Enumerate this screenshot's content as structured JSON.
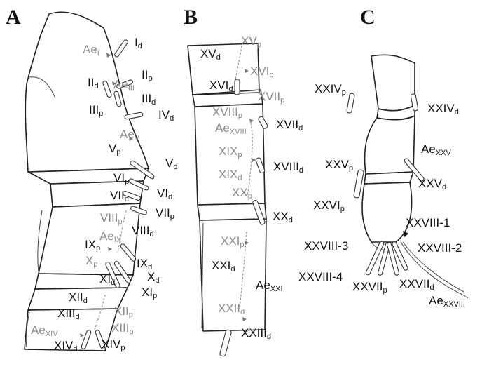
{
  "panels": [
    {
      "id": "A",
      "title": "A",
      "labels": [
        {
          "base": "I",
          "sub": "d",
          "shade": "black"
        },
        {
          "base": "Ae",
          "sub": "I",
          "shade": "gray"
        },
        {
          "base": "II",
          "sub": "d",
          "shade": "black"
        },
        {
          "base": "II",
          "sub": "p",
          "shade": "black"
        },
        {
          "base": "Ae",
          "sub": "III",
          "shade": "gray"
        },
        {
          "base": "III",
          "sub": "d",
          "shade": "black"
        },
        {
          "base": "III",
          "sub": "p",
          "shade": "black"
        },
        {
          "base": "IV",
          "sub": "d",
          "shade": "black"
        },
        {
          "base": "Ae",
          "sub": "V",
          "shade": "gray"
        },
        {
          "base": "V",
          "sub": "p",
          "shade": "black"
        },
        {
          "base": "V",
          "sub": "d",
          "shade": "black"
        },
        {
          "base": "VI",
          "sub": "p",
          "shade": "black"
        },
        {
          "base": "VI",
          "sub": "d",
          "shade": "black"
        },
        {
          "base": "VII",
          "sub": "d",
          "shade": "black"
        },
        {
          "base": "VII",
          "sub": "p",
          "shade": "black"
        },
        {
          "base": "VIII",
          "sub": "p",
          "shade": "gray"
        },
        {
          "base": "VIII",
          "sub": "d",
          "shade": "black"
        },
        {
          "base": "Ae",
          "sub": "IX",
          "shade": "gray"
        },
        {
          "base": "IX",
          "sub": "p",
          "shade": "black"
        },
        {
          "base": "IX",
          "sub": "d",
          "shade": "black"
        },
        {
          "base": "X",
          "sub": "p",
          "shade": "gray"
        },
        {
          "base": "X",
          "sub": "d",
          "shade": "black"
        },
        {
          "base": "XI",
          "sub": "d",
          "shade": "black"
        },
        {
          "base": "XI",
          "sub": "p",
          "shade": "black"
        },
        {
          "base": "XII",
          "sub": "d",
          "shade": "black"
        },
        {
          "base": "XII",
          "sub": "p",
          "shade": "gray"
        },
        {
          "base": "XIII",
          "sub": "d",
          "shade": "black"
        },
        {
          "base": "XIII",
          "sub": "p",
          "shade": "gray"
        },
        {
          "base": "Ae",
          "sub": "XIV",
          "shade": "gray"
        },
        {
          "base": "XIV",
          "sub": "d",
          "shade": "black"
        },
        {
          "base": "XIV",
          "sub": "p",
          "shade": "black"
        }
      ]
    },
    {
      "id": "B",
      "title": "B",
      "labels": [
        {
          "base": "XV",
          "sub": "p",
          "shade": "gray"
        },
        {
          "base": "XV",
          "sub": "d",
          "shade": "black"
        },
        {
          "base": "XVI",
          "sub": "p",
          "shade": "gray"
        },
        {
          "base": "XVI",
          "sub": "d",
          "shade": "black"
        },
        {
          "base": "XVII",
          "sub": "p",
          "shade": "gray"
        },
        {
          "base": "XVIII",
          "sub": "p",
          "shade": "gray"
        },
        {
          "base": "Ae",
          "sub": "XVIII",
          "shade": "gray"
        },
        {
          "base": "XVII",
          "sub": "d",
          "shade": "black"
        },
        {
          "base": "XIX",
          "sub": "p",
          "shade": "gray"
        },
        {
          "base": "XVIII",
          "sub": "d",
          "shade": "black"
        },
        {
          "base": "XIX",
          "sub": "d",
          "shade": "gray"
        },
        {
          "base": "XX",
          "sub": "p",
          "shade": "gray"
        },
        {
          "base": "XX",
          "sub": "d",
          "shade": "black"
        },
        {
          "base": "XXI",
          "sub": "p",
          "shade": "gray"
        },
        {
          "base": "XXI",
          "sub": "d",
          "shade": "black"
        },
        {
          "base": "Ae",
          "sub": "XXI",
          "shade": "black"
        },
        {
          "base": "XXII",
          "sub": "d",
          "shade": "gray"
        },
        {
          "base": "XXIII",
          "sub": "d",
          "shade": "black"
        }
      ]
    },
    {
      "id": "C",
      "title": "C",
      "labels": [
        {
          "base": "XXIV",
          "sub": "p",
          "shade": "black"
        },
        {
          "base": "XXIV",
          "sub": "d",
          "shade": "black"
        },
        {
          "base": "Ae",
          "sub": "XXV",
          "shade": "black"
        },
        {
          "base": "XXV",
          "sub": "p",
          "shade": "black"
        },
        {
          "base": "XXV",
          "sub": "d",
          "shade": "black"
        },
        {
          "base": "XXVI",
          "sub": "p",
          "shade": "black"
        },
        {
          "base": "XXVIII-1",
          "sub": "",
          "shade": "black"
        },
        {
          "base": "XXVIII-3",
          "sub": "",
          "shade": "black"
        },
        {
          "base": "XXVIII-2",
          "sub": "",
          "shade": "black"
        },
        {
          "base": "XXVIII-4",
          "sub": "",
          "shade": "black"
        },
        {
          "base": "XXVII",
          "sub": "p",
          "shade": "black"
        },
        {
          "base": "XXVII",
          "sub": "d",
          "shade": "black"
        },
        {
          "base": "Ae",
          "sub": "XXVIII",
          "shade": "black"
        }
      ]
    }
  ]
}
